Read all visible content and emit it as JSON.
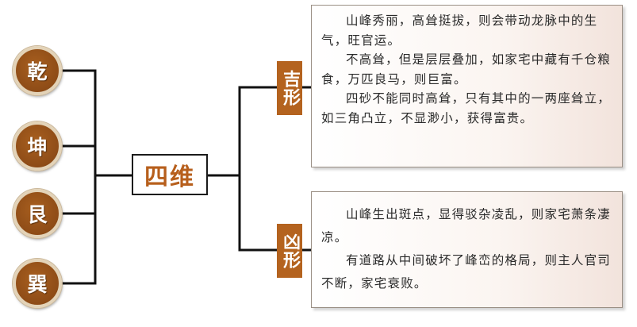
{
  "colors": {
    "accent_brown": "#b4631f",
    "circle_fill": "#8e4c17",
    "center_text": "#b75f1c",
    "line": "#111111",
    "panel_border": "#9a8f84"
  },
  "left_nodes": [
    "乾",
    "坤",
    "艮",
    "巽"
  ],
  "center": {
    "label": "四维"
  },
  "branches": [
    {
      "tag": "吉形",
      "paragraphs": [
        "山峰秀丽，高耸挺拔，则会带动龙脉中的生气，旺官运。",
        "不高耸，但是层层叠加，如家宅中藏有千仓粮食，万匹良马，则巨富。",
        "四砂不能同时高耸，只有其中的一两座耸立，如三角凸立，不显渺小，获得富贵。"
      ]
    },
    {
      "tag": "凶形",
      "paragraphs": [
        "山峰生出斑点，显得驳杂凌乱，则家宅萧条凄凉。",
        "有道路从中间破坏了峰峦的格局，则主人官司不断，家宅衰败。"
      ]
    }
  ]
}
